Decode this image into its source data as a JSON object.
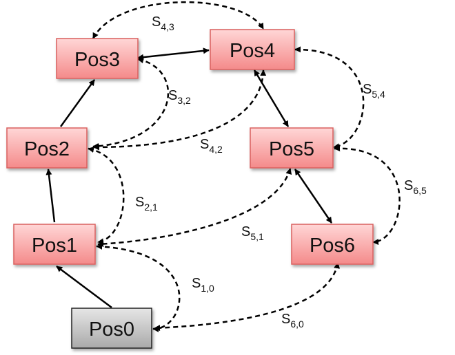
{
  "nodes": {
    "pos0": {
      "label": "Pos0",
      "style": "start"
    },
    "pos1": {
      "label": "Pos1",
      "style": "normal"
    },
    "pos2": {
      "label": "Pos2",
      "style": "normal"
    },
    "pos3": {
      "label": "Pos3",
      "style": "normal"
    },
    "pos4": {
      "label": "Pos4",
      "style": "normal"
    },
    "pos5": {
      "label": "Pos5",
      "style": "normal"
    },
    "pos6": {
      "label": "Pos6",
      "style": "normal"
    }
  },
  "solid_edges": [
    {
      "from": "Pos0",
      "to": "Pos1",
      "directed": true
    },
    {
      "from": "Pos1",
      "to": "Pos2",
      "directed": true
    },
    {
      "from": "Pos2",
      "to": "Pos3",
      "directed": true
    },
    {
      "from": "Pos3",
      "to": "Pos4",
      "directed": false
    },
    {
      "from": "Pos4",
      "to": "Pos5",
      "directed": false
    },
    {
      "from": "Pos5",
      "to": "Pos6",
      "directed": false
    }
  ],
  "switch_edges": {
    "s10": {
      "symbol": "S",
      "sub": "1,0",
      "between": [
        "Pos1",
        "Pos0"
      ]
    },
    "s21": {
      "symbol": "S",
      "sub": "2,1",
      "between": [
        "Pos2",
        "Pos1"
      ]
    },
    "s32": {
      "symbol": "S",
      "sub": "3,2",
      "between": [
        "Pos3",
        "Pos2"
      ]
    },
    "s42": {
      "symbol": "S",
      "sub": "4,2",
      "between": [
        "Pos4",
        "Pos2"
      ]
    },
    "s43": {
      "symbol": "S",
      "sub": "4,3",
      "between": [
        "Pos4",
        "Pos3"
      ]
    },
    "s51": {
      "symbol": "S",
      "sub": "5,1",
      "between": [
        "Pos5",
        "Pos1"
      ]
    },
    "s54": {
      "symbol": "S",
      "sub": "5,4",
      "between": [
        "Pos5",
        "Pos4"
      ]
    },
    "s60": {
      "symbol": "S",
      "sub": "6,0",
      "between": [
        "Pos6",
        "Pos0"
      ]
    },
    "s65": {
      "symbol": "S",
      "sub": "6,5",
      "between": [
        "Pos6",
        "Pos5"
      ]
    }
  },
  "colors": {
    "node_fill_top": "#ffd6d6",
    "node_fill_bottom": "#f48a8a",
    "node_stroke": "#d9605e",
    "start_fill_top": "#e6e6e6",
    "start_fill_bottom": "#a9a9a9",
    "start_stroke": "#222222",
    "edge": "#000000"
  }
}
